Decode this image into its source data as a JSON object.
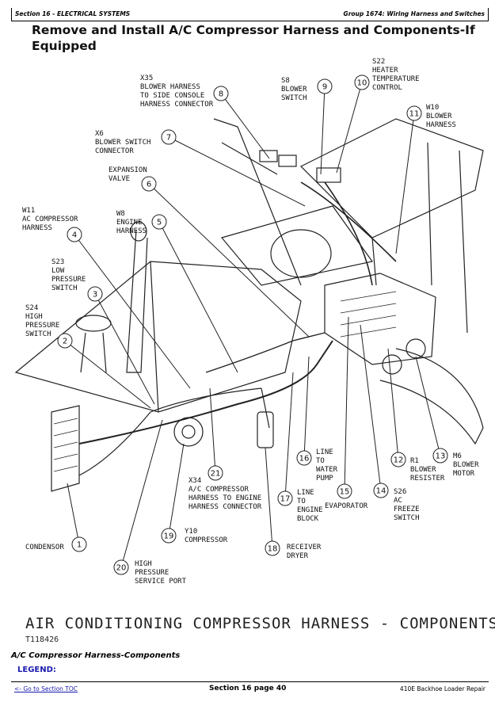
{
  "header": {
    "section": "Section 16 - ELECTRICAL SYSTEMS",
    "group": "Group 1674: Wiring Harness and Switches"
  },
  "title": "Remove and Install A/C Compressor Harness and Components-If Equipped",
  "diagram": {
    "caption": "AIR CONDITIONING COMPRESSOR HARNESS - COMPONENTS",
    "figure_id": "T118426",
    "callouts": [
      {
        "n": "1",
        "lines": [
          "CONDENSOR"
        ]
      },
      {
        "n": "2",
        "lines": [
          "S24",
          "HIGH",
          "PRESSURE",
          "SWITCH"
        ]
      },
      {
        "n": "3",
        "lines": [
          "S23",
          "LOW",
          "PRESSURE",
          "SWITCH"
        ]
      },
      {
        "n": "4",
        "lines": [
          "W11",
          "AC COMPRESSOR",
          "HARNESS"
        ]
      },
      {
        "n": "5",
        "lines": [
          "W8",
          "ENGINE",
          "HARNESS"
        ]
      },
      {
        "n": "6",
        "lines": [
          "EXPANSION",
          "VALVE"
        ]
      },
      {
        "n": "7",
        "lines": [
          "X6",
          "BLOWER SWITCH",
          "CONNECTOR"
        ]
      },
      {
        "n": "8",
        "lines": [
          "X35",
          "BLOWER HARNESS",
          "TO SIDE CONSOLE",
          "HARNESS CONNECTOR"
        ]
      },
      {
        "n": "9",
        "lines": [
          "S8",
          "BLOWER",
          "SWITCH"
        ]
      },
      {
        "n": "10",
        "lines": [
          "S22",
          "HEATER",
          "TEMPERATURE",
          "CONTROL"
        ]
      },
      {
        "n": "11",
        "lines": [
          "W10",
          "BLOWER",
          "HARNESS"
        ]
      },
      {
        "n": "12",
        "lines": [
          "R1",
          "BLOWER",
          "RESISTER"
        ]
      },
      {
        "n": "13",
        "lines": [
          "M6",
          "BLOWER",
          "MOTOR"
        ]
      },
      {
        "n": "14",
        "lines": [
          "S26",
          "AC",
          "FREEZE",
          "SWITCH"
        ]
      },
      {
        "n": "15",
        "lines": [
          "EVAPORATOR"
        ]
      },
      {
        "n": "16",
        "lines": [
          "LINE",
          "TO",
          "WATER",
          "PUMP"
        ]
      },
      {
        "n": "17",
        "lines": [
          "LINE",
          "TO",
          "ENGINE",
          "BLOCK"
        ]
      },
      {
        "n": "18",
        "lines": [
          "RECEIVER",
          "DRYER"
        ]
      },
      {
        "n": "19",
        "lines": [
          "Y10",
          "COMPRESSOR"
        ]
      },
      {
        "n": "20",
        "lines": [
          "HIGH",
          "PRESSURE",
          "SERVICE PORT"
        ]
      },
      {
        "n": "21",
        "lines": [
          "X34",
          "A/C COMPRESSOR",
          "HARNESS TO ENGINE",
          "HARNESS CONNECTOR"
        ]
      }
    ]
  },
  "subtitle": "A/C Compressor Harness-Components",
  "legend_label": "LEGEND:",
  "footer": {
    "toc_link": "<- Go to Section TOC",
    "page": "Section 16 page 40",
    "manual": "410E Backhoe Loader Repair"
  }
}
